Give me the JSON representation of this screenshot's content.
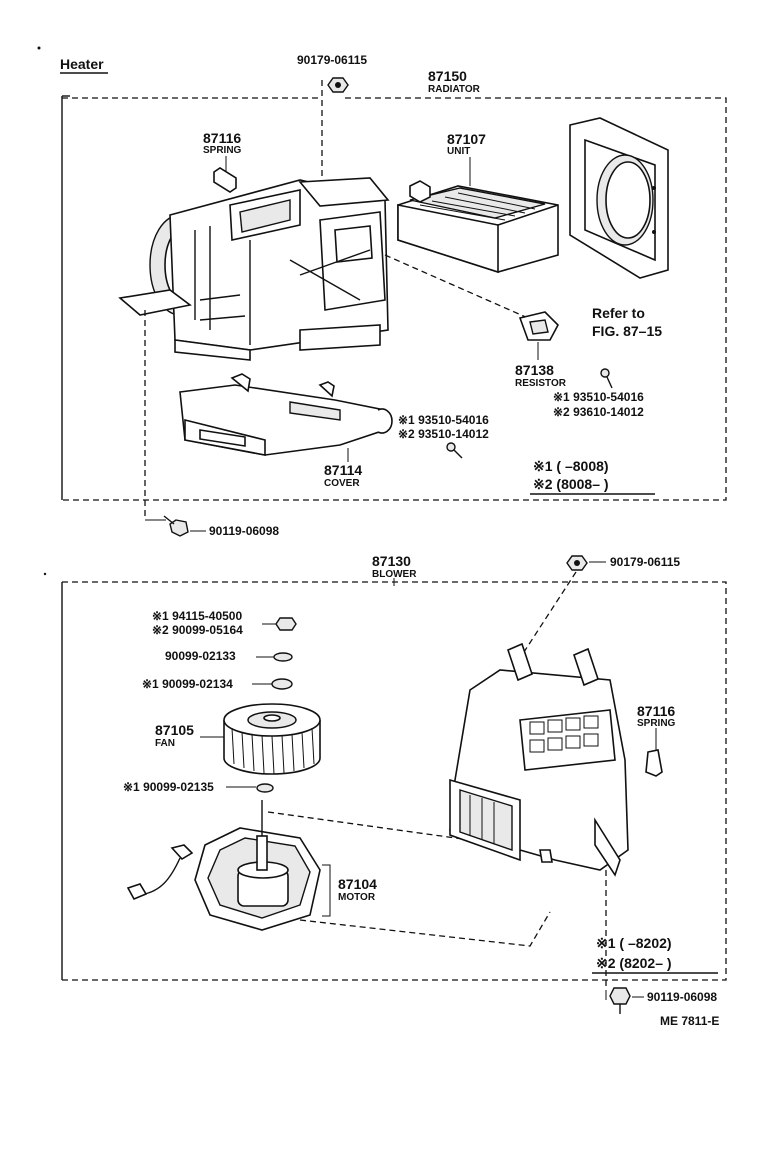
{
  "section_title": "Heater",
  "heater": {
    "top_bolt": "90179-06115",
    "assembly": {
      "number": "87150",
      "name": "RADIATOR"
    },
    "spring": {
      "number": "87116",
      "name": "SPRING"
    },
    "unit": {
      "number": "87107",
      "name": "UNIT"
    },
    "refer_line1": "Refer to",
    "refer_line2": "FIG. 87–15",
    "resistor": {
      "number": "87138",
      "name": "RESISTOR"
    },
    "resistor_screw_1": "※1 93510-54016",
    "resistor_screw_2": "※2 93610-14012",
    "cover_screw_1": "※1 93510-54016",
    "cover_screw_2": "※2 93510-14012",
    "cover": {
      "number": "87114",
      "name": "COVER"
    },
    "note_1": "※1 (       –8008)",
    "note_2": "※2 (8008–         )",
    "bottom_bolt": "90119-06098"
  },
  "blower": {
    "assembly": {
      "number": "87130",
      "name": "BLOWER"
    },
    "top_nut": "90179-06115",
    "nut_1": "※1 94115-40500",
    "nut_2": "※2 90099-05164",
    "washer_a": "90099-02133",
    "washer_b": "※1 90099-02134",
    "fan": {
      "number": "87105",
      "name": "FAN"
    },
    "washer_c": "※1 90099-02135",
    "spring": {
      "number": "87116",
      "name": "SPRING"
    },
    "motor": {
      "number": "87104",
      "name": "MOTOR"
    },
    "note_1": "※1 (        –8202)",
    "note_2": "※2 (8202–         )",
    "bottom_bolt": "90119-06098",
    "figure_code": "ME 7811-E"
  }
}
